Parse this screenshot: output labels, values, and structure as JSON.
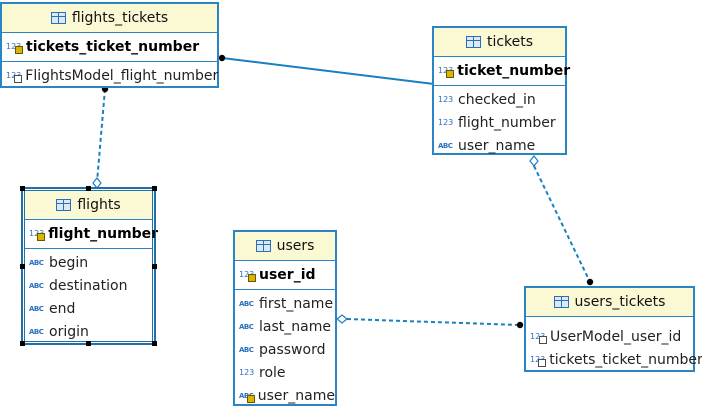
{
  "entities": {
    "flights_tickets": {
      "title": "flights_tickets",
      "pk": {
        "name": "tickets_ticket_number",
        "type_icon": "numeric-key-icon",
        "type_label": "123"
      },
      "fields": [
        {
          "name": "FlightsModel_flight_number",
          "type_icon": "numeric-fk-icon",
          "type_label": "123"
        }
      ]
    },
    "tickets": {
      "title": "tickets",
      "pk": {
        "name": "ticket_number",
        "type_icon": "numeric-key-icon",
        "type_label": "123"
      },
      "fields": [
        {
          "name": "checked_in",
          "type_icon": "numeric-icon",
          "type_label": "123"
        },
        {
          "name": "flight_number",
          "type_icon": "numeric-icon",
          "type_label": "123"
        },
        {
          "name": "user_name",
          "type_icon": "text-icon",
          "type_label": "ABC"
        }
      ]
    },
    "flights": {
      "title": "flights",
      "pk": {
        "name": "flight_number",
        "type_icon": "numeric-key-icon",
        "type_label": "123"
      },
      "fields": [
        {
          "name": "begin",
          "type_icon": "text-icon",
          "type_label": "ABC"
        },
        {
          "name": "destination",
          "type_icon": "text-icon",
          "type_label": "ABC"
        },
        {
          "name": "end",
          "type_icon": "text-icon",
          "type_label": "ABC"
        },
        {
          "name": "origin",
          "type_icon": "text-icon",
          "type_label": "ABC"
        }
      ]
    },
    "users": {
      "title": "users",
      "pk": {
        "name": "user_id",
        "type_icon": "numeric-key-icon",
        "type_label": "123"
      },
      "fields": [
        {
          "name": "first_name",
          "type_icon": "text-icon",
          "type_label": "ABC"
        },
        {
          "name": "last_name",
          "type_icon": "text-icon",
          "type_label": "ABC"
        },
        {
          "name": "password",
          "type_icon": "text-icon",
          "type_label": "ABC"
        },
        {
          "name": "role",
          "type_icon": "numeric-icon",
          "type_label": "123"
        },
        {
          "name": "user_name",
          "type_icon": "text-key-icon",
          "type_label": "ABC"
        }
      ]
    },
    "users_tickets": {
      "title": "users_tickets",
      "pk": null,
      "fields": [
        {
          "name": "UserModel_user_id",
          "type_icon": "numeric-fk-icon",
          "type_label": "123"
        },
        {
          "name": "tickets_ticket_number",
          "type_icon": "numeric-fk-icon",
          "type_label": "123"
        }
      ]
    }
  },
  "relationships": [
    {
      "from": "flights_tickets",
      "to": "tickets",
      "style": "solid"
    },
    {
      "from": "flights_tickets",
      "to": "flights",
      "style": "dashed"
    },
    {
      "from": "tickets",
      "to": "users_tickets",
      "style": "dashed"
    },
    {
      "from": "users",
      "to": "users_tickets",
      "style": "dashed"
    }
  ],
  "colors": {
    "border": "#2a86c2",
    "header_bg": "#fbf8d4",
    "link": "#1a7fc0"
  }
}
